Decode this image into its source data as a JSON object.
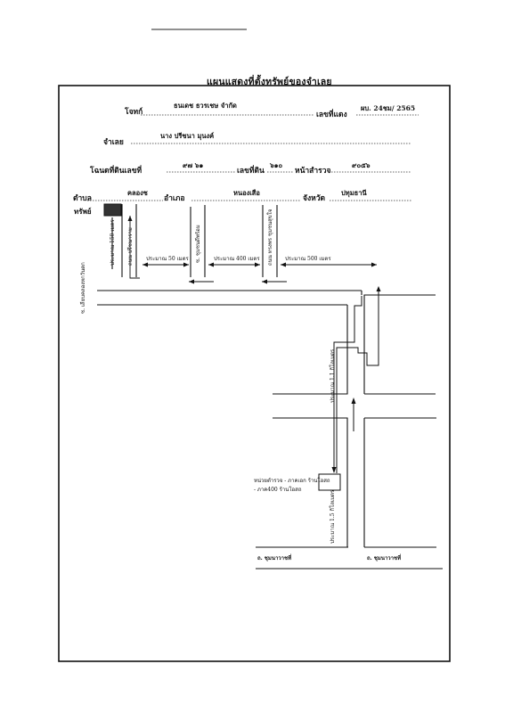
{
  "header": {
    "title": "แผนแสดงที่ตั้งทรัพย์ของจำเลย"
  },
  "form": {
    "plaintiff_label": "โจทก์",
    "plaintiff_value": "ธนเดช ธวรเชษ จำกัด",
    "case_no_label": "เลขที่แดง",
    "case_no_value": "ผบ. 24ชม/ 2565",
    "defendant_label": "จำเลย",
    "defendant_value": "นาง ปรีชนา มุนงค์",
    "deed_label": "โฉนดที่ดินเลขที่",
    "deed_value": "๙๗ ๖๑",
    "land_no_label": "เลขที่ดิน",
    "land_no_value": "๖๑๐",
    "survey_label": "หน้าสำรวจ",
    "survey_value": "๙๐๕๖",
    "subdistrict_label": "ตำบล",
    "subdistrict_value": "คลองช",
    "district_label": "อำเภอ",
    "district_value": "หนองเสือ",
    "province_label": "จังหวัด",
    "province_value": "ปทุมธานี"
  },
  "map": {
    "property_label": "ทรัพย์",
    "soi_labels": [
      "ซ. เลียบคลองหกวันตก",
      "ถนน ปรีชนาราม",
      "ซ. ชุมชนดีพร้อม",
      "ถนน ทรงพร ชุมชนสุขใจ"
    ],
    "dist_labels": [
      "ประมาณ 150 เมตร",
      "ประมาณ 50 เมตร",
      "ประมาณ 400 เมตร",
      "ประมาณ 500 เมตร"
    ],
    "road_dist_1": "ประมาณ 1.1 กิโลเมตร",
    "road_dist_2": "ประมาณ 1.5 กิโลเมตร",
    "landmark": "หน่วยตำรวจ - ภาคเอก ร้านโอสถ",
    "landmark_line2": "- ภาค400 ร้านโอสถ",
    "road_bottom_left": "ถ. ชุมนาวาชที่",
    "road_bottom_right": "ถ. ชุมนาวาชที่"
  }
}
